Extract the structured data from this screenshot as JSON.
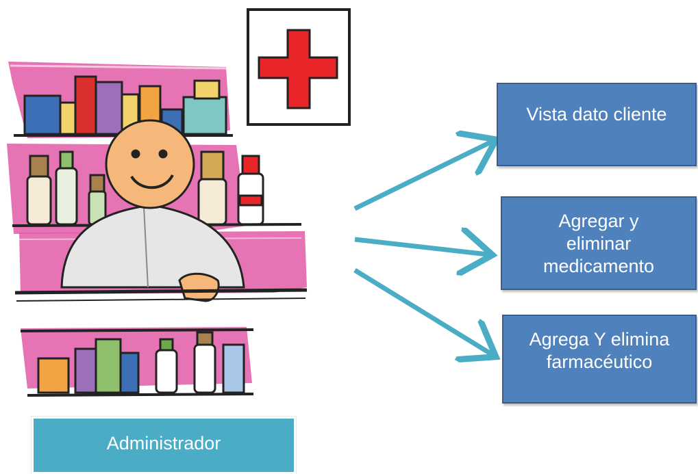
{
  "role": {
    "label": "Administrador"
  },
  "actions": [
    {
      "label": "Vista dato cliente"
    },
    {
      "label": "Agregar y eliminar medicamento"
    },
    {
      "label": "Agrega Y elimina farmacéutico"
    }
  ],
  "colors": {
    "role_box": "#4BACC6",
    "action_box": "#4F81BD",
    "action_border": "#385D8A",
    "arrow": "#4BACC6",
    "cross": "#E8262A",
    "shelf_pink": "#E25BA6"
  },
  "icons": [
    "pharmacist-illustration",
    "red-cross-icon",
    "arrow-icon"
  ]
}
